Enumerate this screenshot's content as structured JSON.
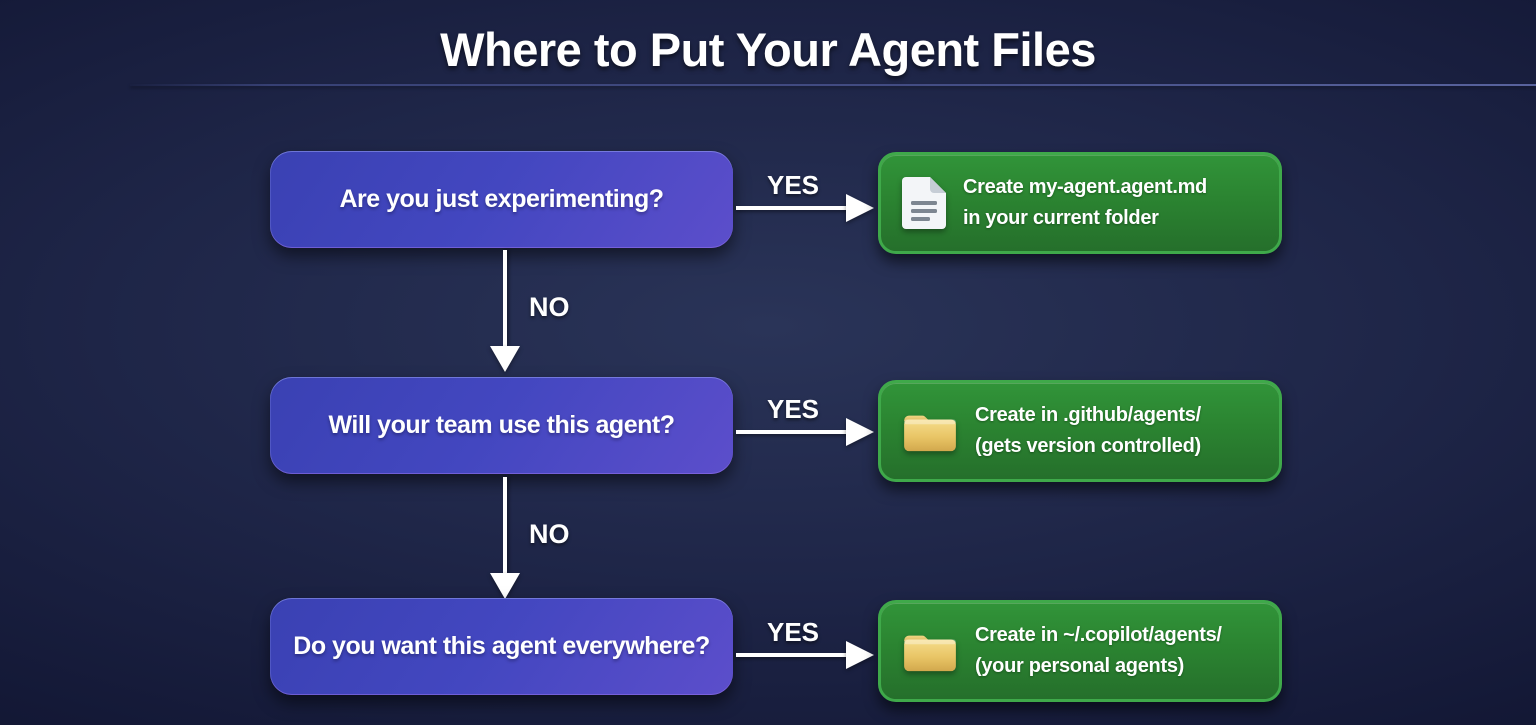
{
  "title": "Where to Put Your Agent Files",
  "labels": {
    "yes": "YES",
    "no": "NO"
  },
  "colors": {
    "background_center": "#2a3458",
    "background_edge": "#0b0e24",
    "question_box_gradient_start": "#3a41b3",
    "question_box_gradient_end": "#5c4ecb",
    "answer_box_fill": "#2b8431",
    "answer_box_border": "#3fa94a",
    "arrow": "#ffffff",
    "divider": "#606cb4",
    "folder_icon": "#e9c566",
    "document_icon": "#f3f5f8"
  },
  "rows": [
    {
      "question": "Are you just experimenting?",
      "icon": "document-icon",
      "answer_line1": "Create my-agent.agent.md",
      "answer_line2": "in your current folder"
    },
    {
      "question": "Will your team use this agent?",
      "icon": "folder-icon",
      "answer_line1": "Create in .github/agents/",
      "answer_line2": "(gets version controlled)"
    },
    {
      "question": "Do you want this agent everywhere?",
      "icon": "folder-icon",
      "answer_line1": "Create in ~/.copilot/agents/",
      "answer_line2": "(your personal agents)"
    }
  ]
}
